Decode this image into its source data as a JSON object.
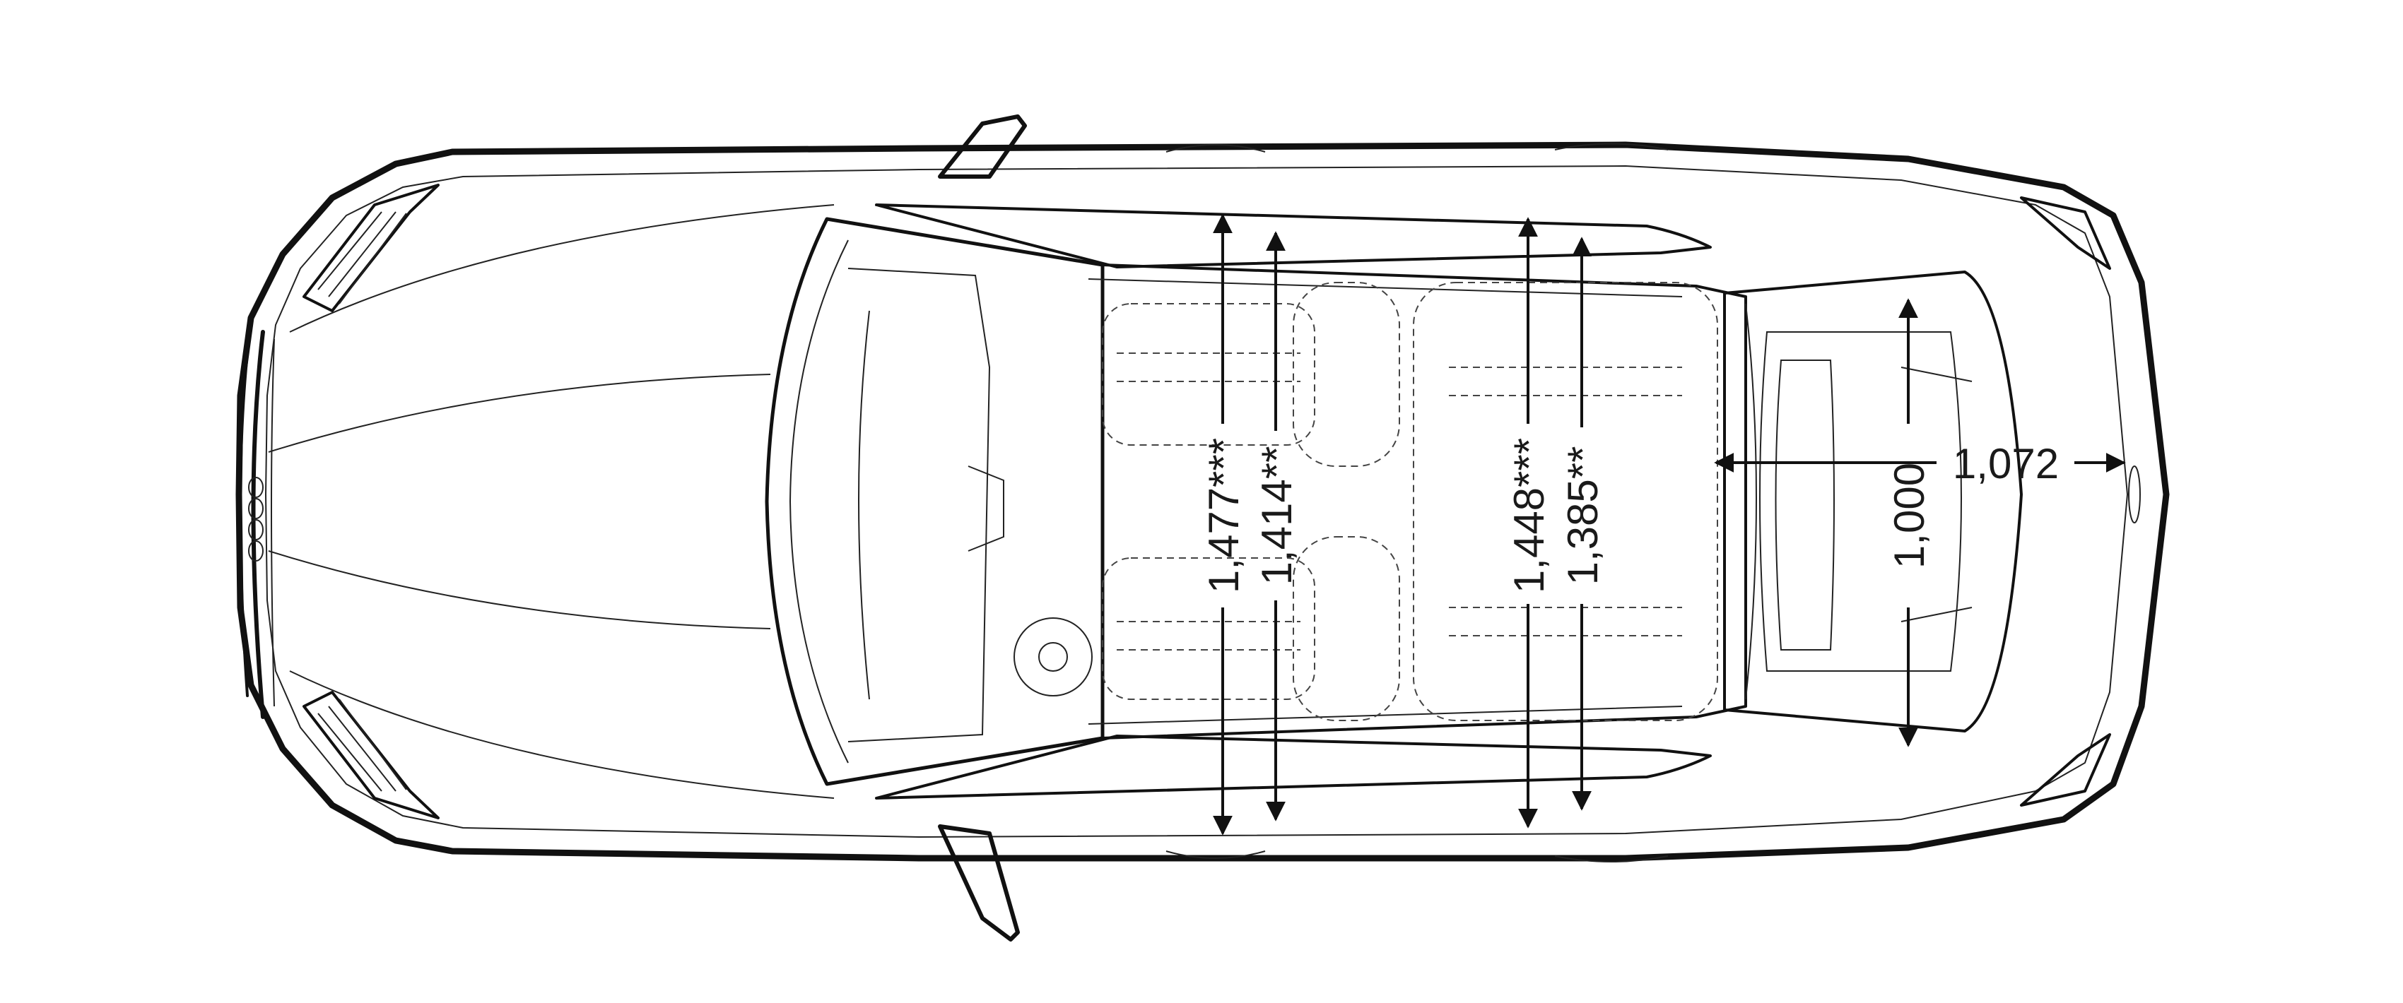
{
  "diagram": {
    "type": "vehicle-top-view-dimensions",
    "units": "mm",
    "dimensions": {
      "front_shoulder_width": "1,477***",
      "front_elbow_width": "1,414**",
      "rear_shoulder_width": "1,448***",
      "rear_elbow_width": "1,385**",
      "trunk_length": "1,072",
      "trunk_width": "1,000"
    }
  }
}
